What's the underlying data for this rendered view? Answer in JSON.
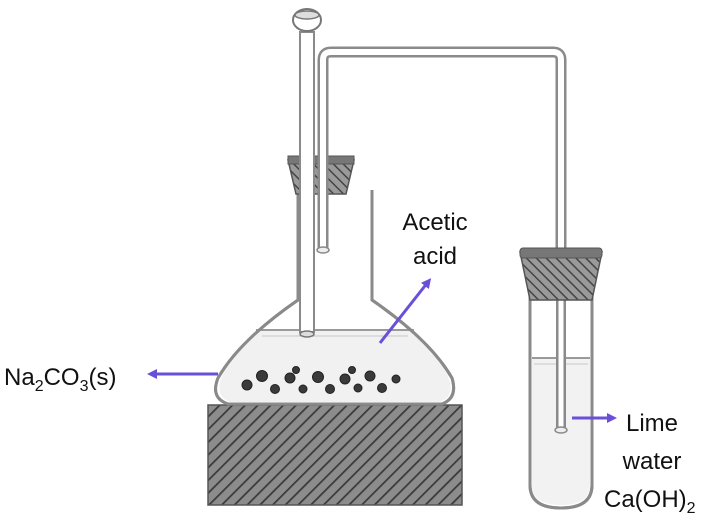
{
  "diagram": {
    "labels": {
      "acetic_line1": "Acetic",
      "acetic_line2": "acid",
      "na2co3_a": "Na",
      "na2co3_sub1": "2",
      "na2co3_b": "CO",
      "na2co3_sub2": "3",
      "na2co3_c": "(s)",
      "lime_line1": "Lime",
      "lime_line2": "water",
      "caoh_a": "Ca(OH)",
      "caoh_sub": "2"
    },
    "colors": {
      "arrow": "#6a4fd8",
      "glass_outline": "#8a8a8a",
      "stopper": "#6b6b6b",
      "hatch": "#555555",
      "liquid": "#f1f1f1",
      "bubble": "#333333"
    }
  }
}
